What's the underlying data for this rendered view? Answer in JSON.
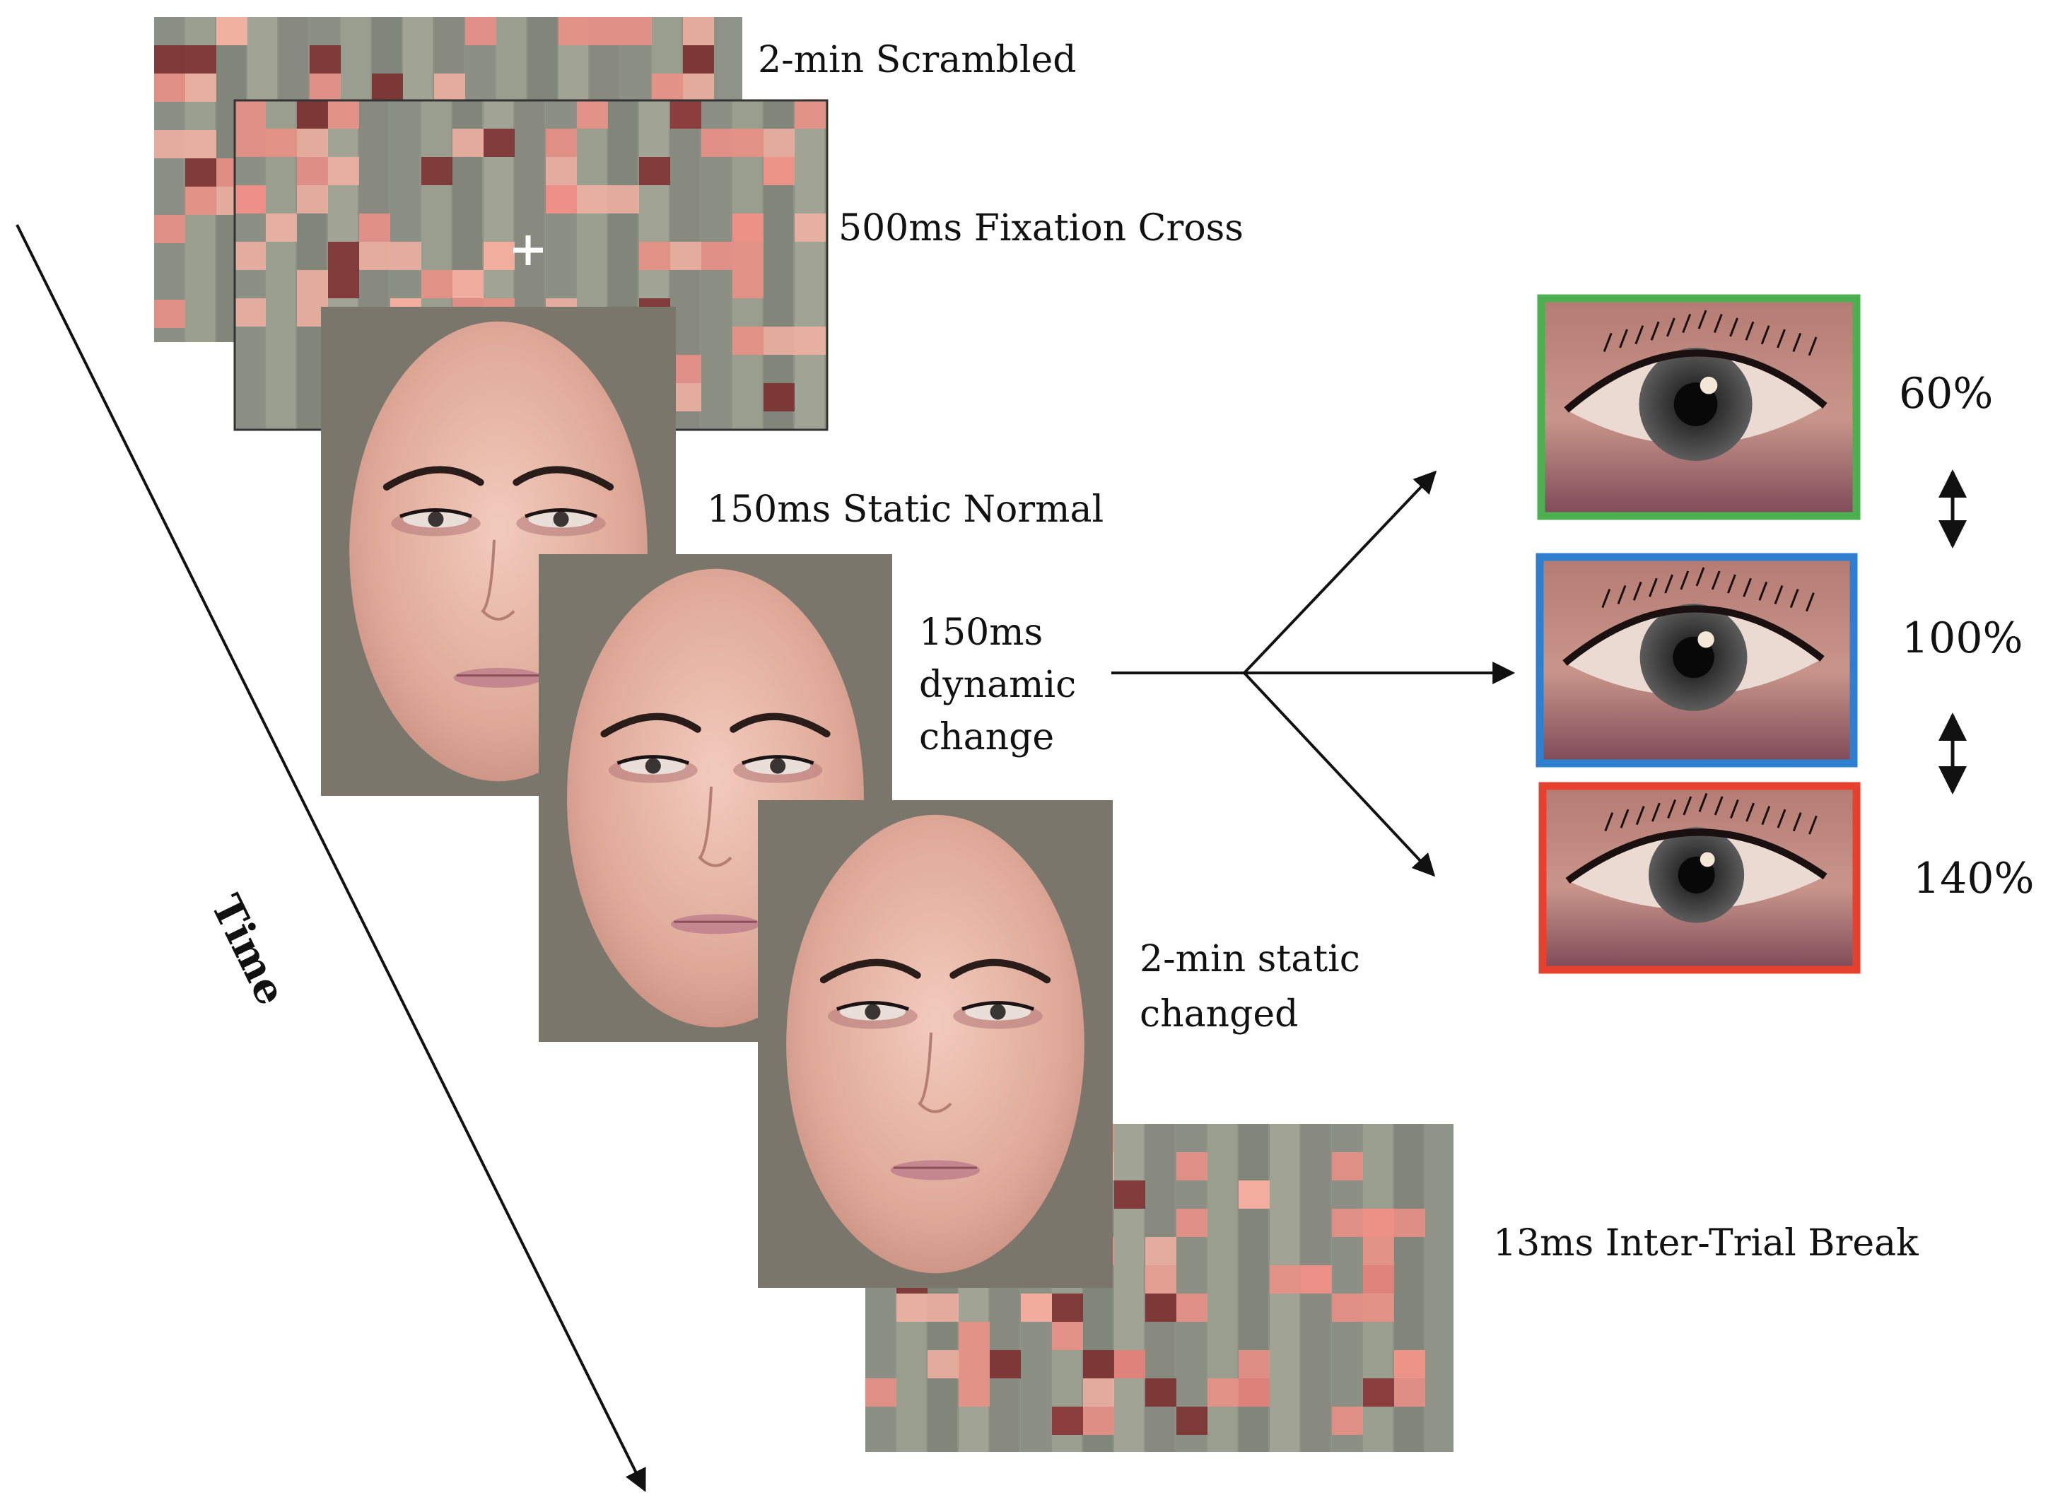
{
  "frames": {
    "scrambled": "2-min Scrambled",
    "fixation": "500ms Fixation Cross",
    "static_normal": "150ms Static Normal",
    "dynamic": [
      "150ms",
      "dynamic",
      "change"
    ],
    "static_changed": [
      "2-min static",
      "changed"
    ],
    "break": "13ms Inter-Trial Break"
  },
  "time_label": "Time",
  "eye_conditions": [
    {
      "percent": "60%",
      "frame_color": "#4caf50"
    },
    {
      "percent": "100%",
      "frame_color": "#2f7fd0"
    },
    {
      "percent": "140%",
      "frame_color": "#e5412e"
    }
  ],
  "colors": {
    "background_gray": "#7a766c",
    "skin": "#e7b8a8",
    "scramble_pink": "#ef8f86",
    "scramble_dark": "#7b2a2c"
  }
}
